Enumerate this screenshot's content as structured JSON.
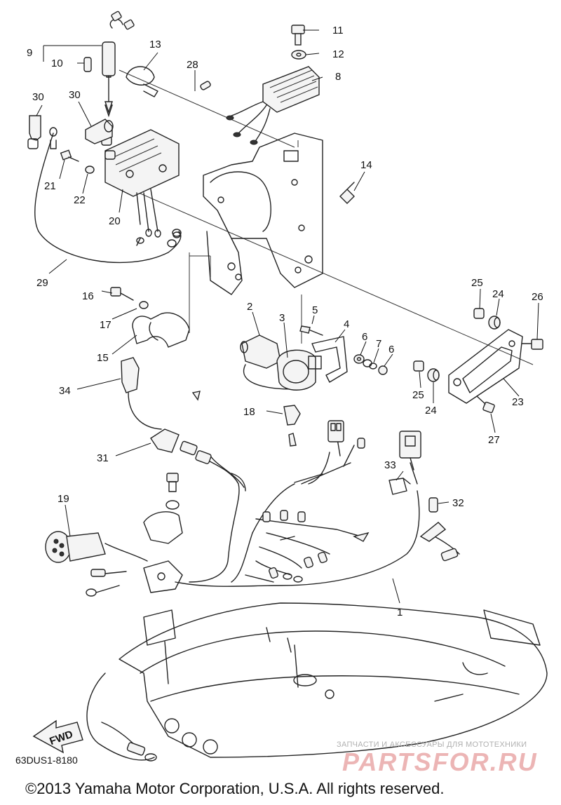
{
  "callouts": {
    "n1": "1",
    "n2": "2",
    "n3": "3",
    "n4": "4",
    "n5": "5",
    "n6a": "6",
    "n6b": "6",
    "n7": "7",
    "n8": "8",
    "n9": "9",
    "n10": "10",
    "n11": "11",
    "n12": "12",
    "n13": "13",
    "n14": "14",
    "n15": "15",
    "n16": "16",
    "n17": "17",
    "n18": "18",
    "n19": "19",
    "n20": "20",
    "n21": "21",
    "n22": "22",
    "n23": "23",
    "n24a": "24",
    "n24b": "24",
    "n25a": "25",
    "n25b": "25",
    "n26": "26",
    "n27": "27",
    "n28": "28",
    "n29": "29",
    "n30a": "30",
    "n30b": "30",
    "n31": "31",
    "n32": "32",
    "n33": "33",
    "n34": "34"
  },
  "fwd_label": "FWD",
  "diagram_code": "63DUS1-8180",
  "watermark": {
    "tagline": "ЗАПЧАСТИ И АКСЕССУАРЫ ДЛЯ МОТОТЕХНИКИ",
    "site": "PARTSFOR.RU"
  },
  "copyright": "©2013 Yamaha Motor Corporation, U.S.A. All rights reserved."
}
